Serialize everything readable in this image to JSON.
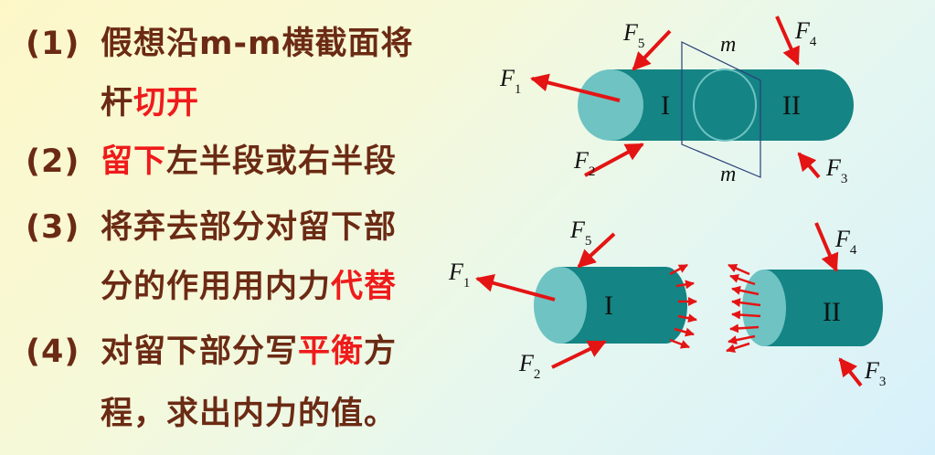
{
  "steps": [
    {
      "number": "(1)",
      "lines": [
        [
          {
            "text": "假想沿m-m横截面将",
            "hl": false
          }
        ],
        [
          {
            "text": "杆",
            "hl": false
          },
          {
            "text": "切开",
            "hl": true
          }
        ]
      ]
    },
    {
      "number": "(2)",
      "lines": [
        [
          {
            "text": "留下",
            "hl": true
          },
          {
            "text": "左半段或右半段",
            "hl": false
          }
        ]
      ]
    },
    {
      "number": "(3)",
      "lines": [
        [
          {
            "text": "将弃去部分对留下部",
            "hl": false
          }
        ],
        [
          {
            "text": "分的作用用内力",
            "hl": false
          },
          {
            "text": "代替",
            "hl": true
          }
        ]
      ]
    },
    {
      "number": "(4)",
      "lines": [
        [
          {
            "text": "对留下部分写",
            "hl": false
          },
          {
            "text": "平衡",
            "hl": true
          },
          {
            "text": "方",
            "hl": false
          }
        ],
        [
          {
            "text": "程，求出内力的值。",
            "hl": false
          }
        ]
      ]
    }
  ],
  "figure": {
    "top": {
      "left_part": "I",
      "right_part": "II",
      "section_mark": "m",
      "forces": [
        {
          "symbol": "F",
          "sub": "1"
        },
        {
          "symbol": "F",
          "sub": "2"
        },
        {
          "symbol": "F",
          "sub": "3"
        },
        {
          "symbol": "F",
          "sub": "4"
        },
        {
          "symbol": "F",
          "sub": "5"
        }
      ]
    },
    "bottom": {
      "left_part": "I",
      "right_part": "II",
      "forces": [
        {
          "symbol": "F",
          "sub": "1"
        },
        {
          "symbol": "F",
          "sub": "2"
        },
        {
          "symbol": "F",
          "sub": "3"
        },
        {
          "symbol": "F",
          "sub": "4"
        },
        {
          "symbol": "F",
          "sub": "5"
        }
      ]
    }
  },
  "colors": {
    "text": "#6b2a14",
    "highlight": "#ef1b1b",
    "cylinder": "#148484",
    "end_face": "#6fc3c3",
    "arrow": "#e41414"
  }
}
